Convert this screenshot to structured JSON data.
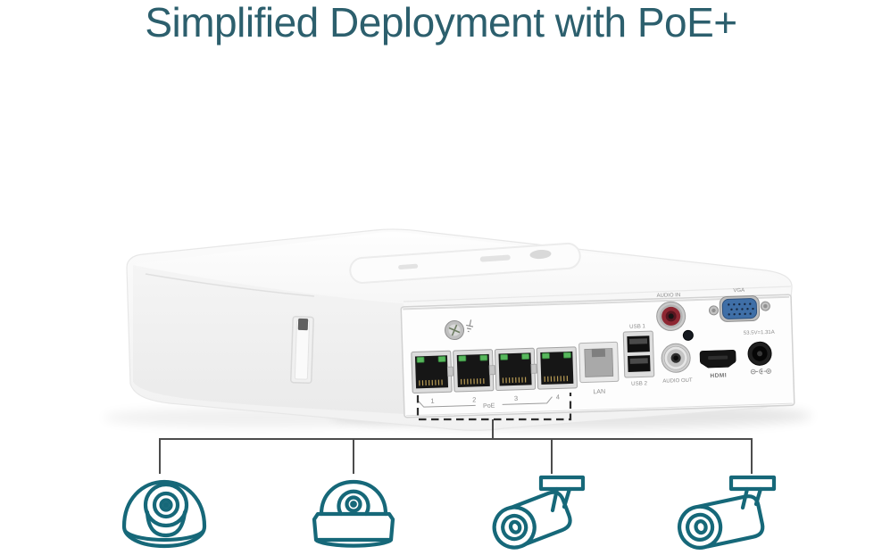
{
  "title": "Simplified Deployment with PoE+",
  "colors": {
    "title_teal": "#2c5f6d",
    "camera_teal": "#166879",
    "connector_gray": "#4c4c4c",
    "led_green": "#57b75c",
    "vga_blue": "#3f6fa7",
    "rca_red": "#8e2732"
  },
  "device": {
    "ports": {
      "poe_numbers": [
        "1",
        "2",
        "3",
        "4"
      ],
      "poe_label": "PoE",
      "lan_label": "LAN",
      "usb1_label": "USB 1",
      "usb2_label": "USB 2",
      "audio_in_label": "AUDIO IN",
      "audio_out_label": "AUDIO OUT",
      "hdmi_label": "HDMI",
      "vga_label": "VGA",
      "power_label": "53.5V=1.31A"
    },
    "icons": [
      "ground-icon",
      "polarity-icon"
    ]
  },
  "cameras": [
    {
      "icon": "turret-camera-icon"
    },
    {
      "icon": "dome-camera-icon"
    },
    {
      "icon": "bullet-camera-icon"
    },
    {
      "icon": "bullet-camera-icon"
    }
  ]
}
